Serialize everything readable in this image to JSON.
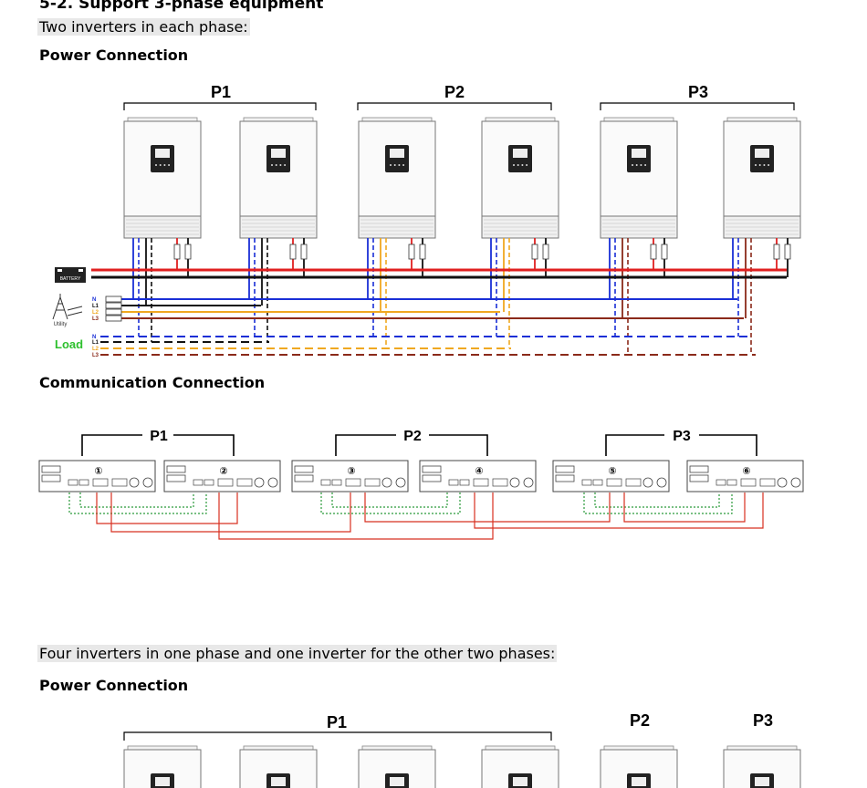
{
  "section_title": "5-2. Support 3-phase equipment",
  "intro_1": "Two inverters in each phase:",
  "power_connection_1": "Power Connection",
  "phase_labels": [
    "P1",
    "P2",
    "P3"
  ],
  "battery_label": "BATTERY",
  "utility_label": "Utility",
  "load_label": "Load",
  "line_labels": [
    "N",
    "L1",
    "L2",
    "L3"
  ],
  "communication_connection": "Communication Connection",
  "unit_numbers": [
    "①",
    "②",
    "③",
    "④",
    "⑤",
    "⑥"
  ],
  "intro_2": "Four inverters in one phase and one inverter for the other two phases:",
  "power_connection_2": "Power Connection",
  "colors": {
    "N": "#1a2fd6",
    "L1": "#111111",
    "L2": "#f0a820",
    "L3": "#8b2a1a",
    "battery_pos": "#e02020",
    "comm_green": "#2a9a3a",
    "comm_red": "#d83020",
    "load_green": "#2ec02e"
  }
}
